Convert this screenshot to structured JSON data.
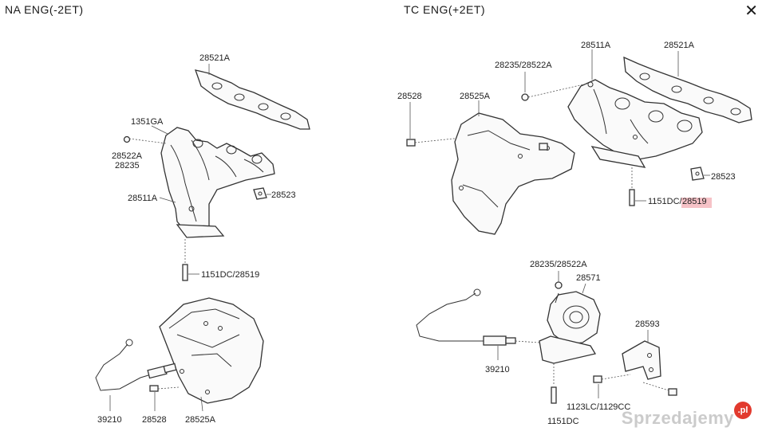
{
  "headers": {
    "left": "NA ENG(-2ET)",
    "right": "TC ENG(+2ET)"
  },
  "close_label": "✕",
  "watermark": {
    "text": "Sprzedajemy",
    "badge": ".pl"
  },
  "labels": {
    "l_28521A": "28521A",
    "l_1351GA": "1351GA",
    "l_28522A_28235": "28522A\n28235",
    "l_28511A": "28511A",
    "l_28523": "28523",
    "l_1151DC_28519": "1151DC/28519",
    "l_39210": "39210",
    "l_28528": "28528",
    "l_28525A": "28525A",
    "r_28235_28522A_top": "28235/28522A",
    "r_28511A": "28511A",
    "r_28521A": "28521A",
    "r_28528": "28528",
    "r_28525A": "28525A",
    "r_28523": "28523",
    "r_1151DC": "1151DC/",
    "r_28519": "28519",
    "r_28235_28522A_mid": "28235/28522A",
    "r_28571": "28571",
    "r_28593": "28593",
    "r_39210": "39210",
    "r_1123LC_1129CC": "1123LC/1129CC",
    "r_1151DC_bottom": "1151DC"
  }
}
